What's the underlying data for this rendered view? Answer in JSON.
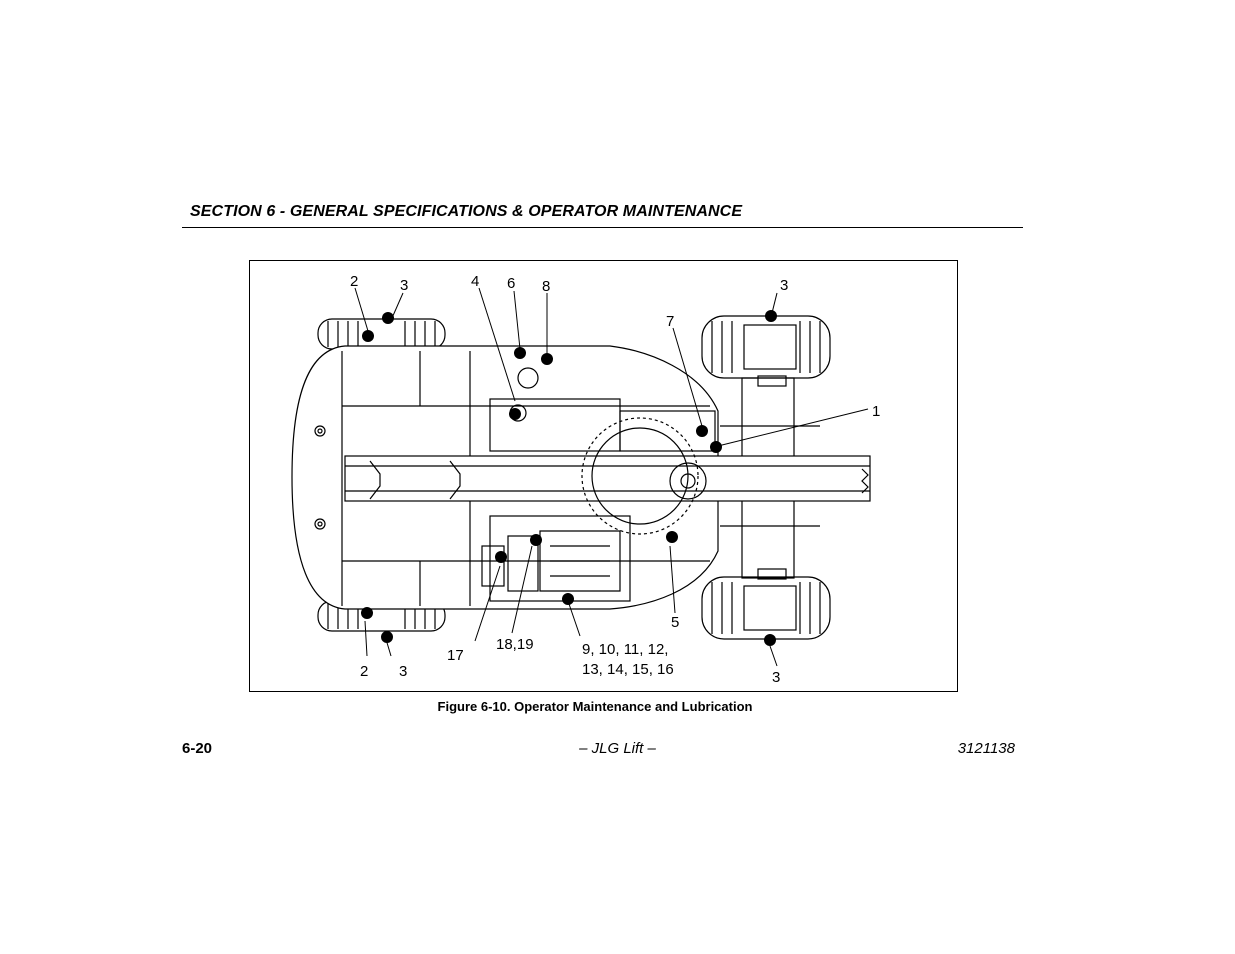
{
  "header": {
    "section_title": "SECTION 6 - GENERAL SPECIFICATIONS & OPERATOR MAINTENANCE"
  },
  "figure": {
    "callouts": {
      "c2_top": "2",
      "c3_top_left": "3",
      "c4": "4",
      "c6": "6",
      "c8": "8",
      "c3_top_right": "3",
      "c7": "7",
      "c1": "1",
      "c5": "5",
      "c2_bottom": "2",
      "c3_bottom_left": "3",
      "c17": "17",
      "c18_19": "18,19",
      "c9_12": "9, 10, 11, 12,",
      "c13_16": "13, 14, 15, 16",
      "c3_bottom_right": "3"
    },
    "caption": "Figure 6-10. Operator Maintenance and Lubrication"
  },
  "footer": {
    "page_number": "6-20",
    "center_text": "– JLG Lift –",
    "doc_number": "3121138"
  }
}
